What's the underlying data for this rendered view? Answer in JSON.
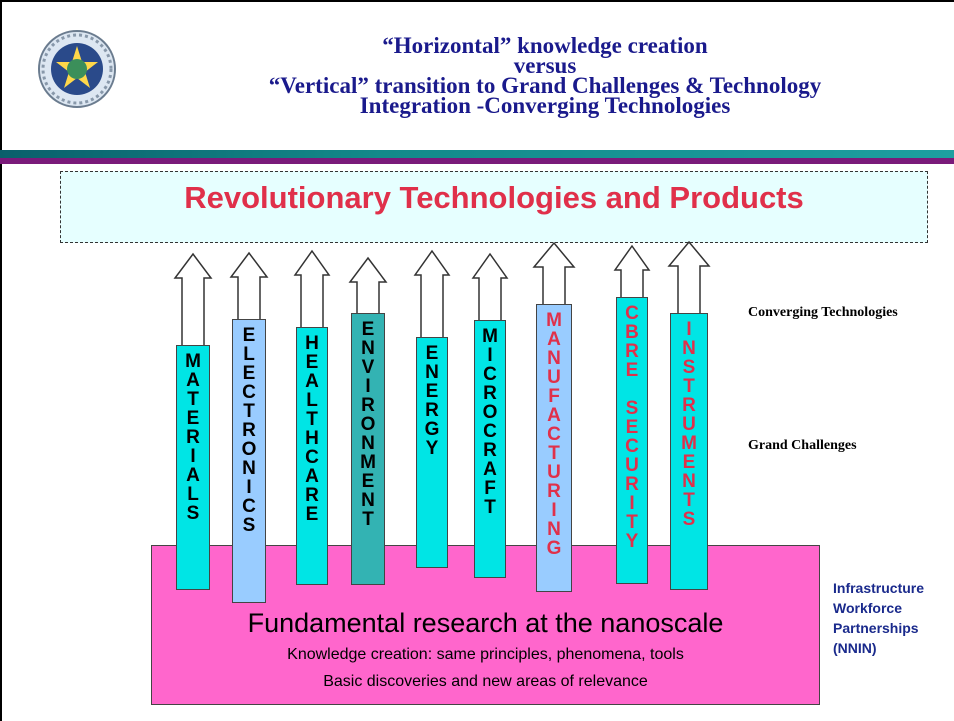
{
  "slide": {
    "title_lines": [
      "“Horizontal” knowledge creation",
      "versus",
      "“Vertical” transition to Grand Challenges & Technology",
      "Integration -Converging Technologies"
    ],
    "banner": "Revolutionary Technologies and Products",
    "base": {
      "title": "Fundamental research at the nanoscale",
      "line1": "Knowledge creation: same principles, phenomena, tools",
      "line2": "Basic discoveries and new areas of relevance"
    },
    "right_labels": {
      "converging": "Converging Technologies",
      "grand": "Grand Challenges"
    },
    "infrastructure": [
      "Infrastructure",
      "Workforce",
      "Partnerships",
      "(NNIN)"
    ],
    "columns": [
      {
        "word": "MATERIALS",
        "letters": "M\nA\nT\nE\nR\nI\nA\nL\nS",
        "fill": "#00e5e5",
        "text_color": "#000000"
      },
      {
        "word": "ELECTRONICS",
        "letters": "E\nL\nE\nC\nT\nR\nO\nN\nI\nC\nS",
        "fill": "#99ccff",
        "text_color": "#000000"
      },
      {
        "word": "HEALTHCARE",
        "letters": "H\nE\nA\nL\nT\nH\nC\nA\nR\nE",
        "fill": "#00e5e5",
        "text_color": "#000000"
      },
      {
        "word": "ENVIRONMENT",
        "letters": "E\nN\nV\nI\nR\nO\nN\nM\nE\nN\nT",
        "fill": "#33b3b3",
        "text_color": "#000000"
      },
      {
        "word": "ENERGY",
        "letters": "E\nN\nE\nR\nG\nY",
        "fill": "#00e5e5",
        "text_color": "#000000"
      },
      {
        "word": "MICROCRAFT",
        "letters": "M\nI\nC\nR\nO\nC\nR\nA\nF\nT",
        "fill": "#00e5e5",
        "text_color": "#000000"
      },
      {
        "word": "MANUFACTURING",
        "letters": "M\nA\nN\nU\nF\nA\nC\nT\nU\nR\nI\nN\nG",
        "fill": "#99ccff",
        "text_color": "#e0304a"
      },
      {
        "word": "CBRE SECURITY",
        "letters": "C\nB\nR\nE\n \nS\nE\nC\nU\nR\nI\nT\nY",
        "fill": "#00e5e5",
        "text_color": "#e0304a"
      },
      {
        "word": "INSTRUMENTS",
        "letters": "I\nN\nS\nT\nR\nU\nM\nE\nN\nT\nS",
        "fill": "#00e5e5",
        "text_color": "#e0304a"
      }
    ]
  }
}
